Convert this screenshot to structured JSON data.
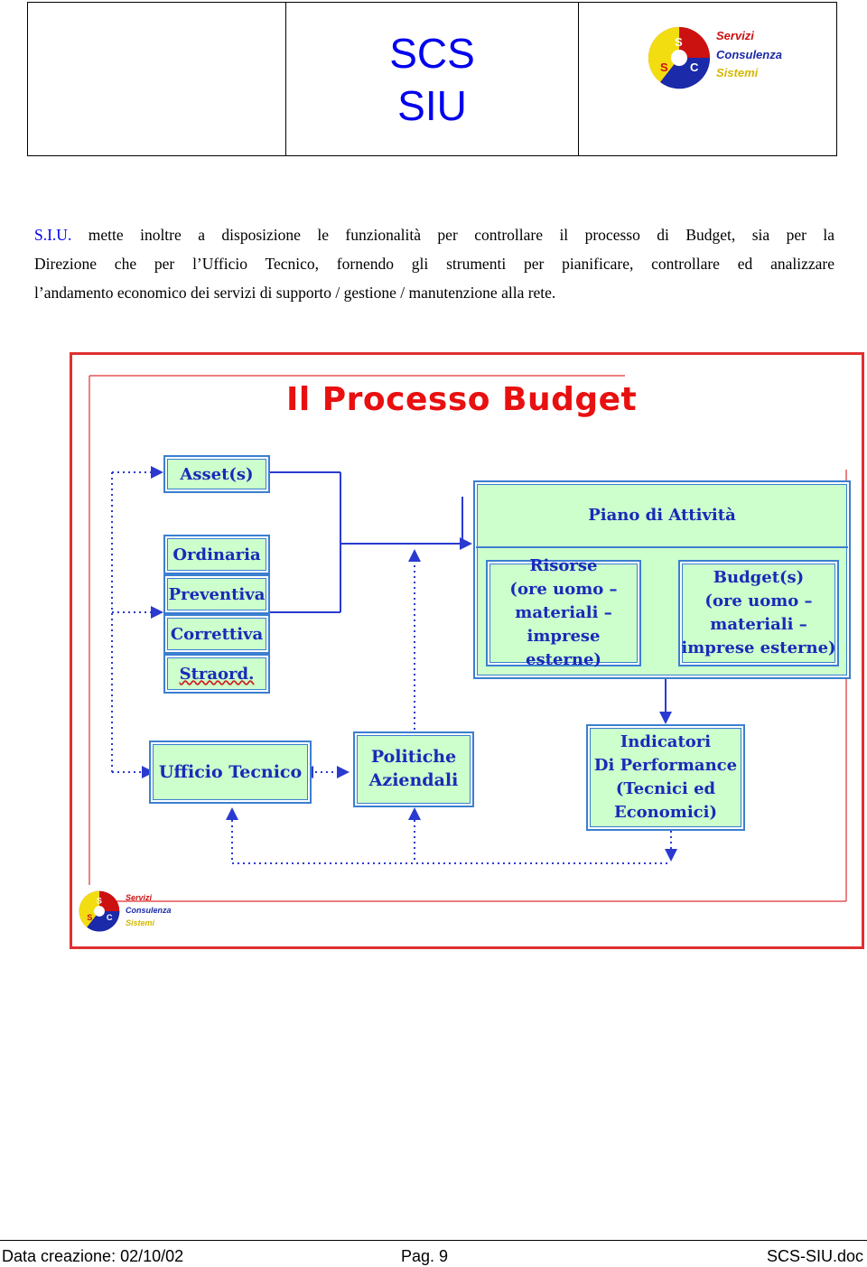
{
  "header": {
    "title_line1": "SCS",
    "title_line2": "SIU",
    "logo": {
      "s1": "S",
      "s2": "S",
      "c": "C",
      "t1": "Servizi",
      "t2": "Consulenza",
      "t3": "Sistemi"
    }
  },
  "body": {
    "lead": "S.I.U.",
    "line1_rest": " mette inoltre a disposizione le funzionalità per controllare il processo di Budget, sia per la",
    "line2": "Direzione che per l’Ufficio Tecnico, fornendo gli strumenti per pianificare, controllare ed analizzare",
    "line3": "l’andamento economico dei servizi di supporto / gestione / manutenzione alla rete."
  },
  "diagram": {
    "title": "Il Processo Budget",
    "boxes": {
      "asset": "Asset(s)",
      "ordinaria": "Ordinaria",
      "preventiva": "Preventiva",
      "correttiva": "Correttiva",
      "straord": "Straord.",
      "ufficio": "Ufficio Tecnico",
      "politiche_1": "Politiche",
      "politiche_2": "Aziendali",
      "piano": "Piano di Attività",
      "risorse": [
        "Risorse",
        "(ore uomo –",
        "materiali –",
        "imprese esterne)"
      ],
      "budget": [
        "Budget(s)",
        "(ore uomo –",
        "materiali –",
        "imprese esterne)"
      ],
      "indicatori": [
        "Indicatori",
        "Di Performance",
        "(Tecnici ed",
        "Economici)"
      ]
    },
    "logo": {
      "s1": "S",
      "s2": "S",
      "c": "C",
      "t1": "Servizi",
      "t2": "Consulenza",
      "t3": "Sistemi"
    },
    "colors": {
      "frame": "#e03030",
      "box_fill": "#ccffcc",
      "box_border": "#3a7fd0",
      "box_text": "#1a2ab8",
      "title": "#e81010",
      "arrow": "#2a3ad0"
    }
  },
  "footer": {
    "date": "Data creazione: 02/10/02",
    "page": "Pag. 9",
    "file": "SCS-SIU.doc"
  }
}
